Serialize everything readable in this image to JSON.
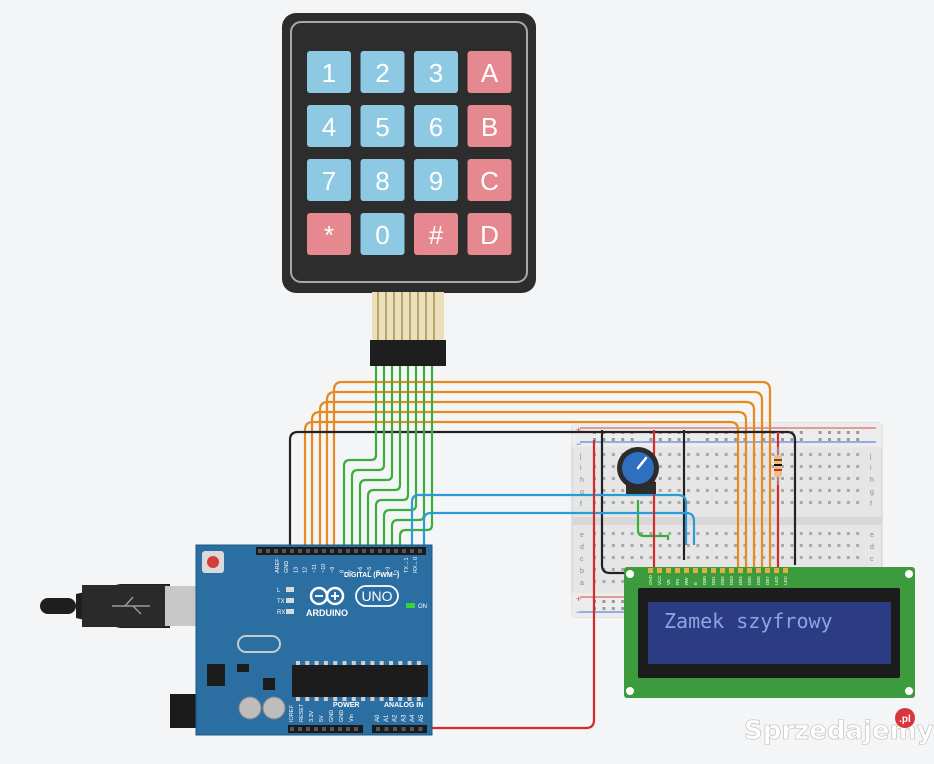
{
  "keypad": {
    "keys": [
      {
        "label": "1",
        "color": "#8ec9e4"
      },
      {
        "label": "2",
        "color": "#8ec9e4"
      },
      {
        "label": "3",
        "color": "#8ec9e4"
      },
      {
        "label": "A",
        "color": "#e6888f"
      },
      {
        "label": "4",
        "color": "#8ec9e4"
      },
      {
        "label": "5",
        "color": "#8ec9e4"
      },
      {
        "label": "6",
        "color": "#8ec9e4"
      },
      {
        "label": "B",
        "color": "#e6888f"
      },
      {
        "label": "7",
        "color": "#8ec9e4"
      },
      {
        "label": "8",
        "color": "#8ec9e4"
      },
      {
        "label": "9",
        "color": "#8ec9e4"
      },
      {
        "label": "C",
        "color": "#e6888f"
      },
      {
        "label": "*",
        "color": "#e6888f"
      },
      {
        "label": "0",
        "color": "#8ec9e4"
      },
      {
        "label": "#",
        "color": "#e6888f"
      },
      {
        "label": "D",
        "color": "#e6888f"
      }
    ]
  },
  "arduino": {
    "brand": "ARDUINO",
    "model": "UNO",
    "digital_label": "DIGITAL (PWM~)",
    "power_label": "POWER",
    "analog_label": "ANALOG IN",
    "on_label": "ON",
    "led_labels": [
      "L",
      "TX",
      "RX"
    ],
    "header_top": [
      "AREF",
      "GND",
      "13",
      "12",
      "~11",
      "~10",
      "~9",
      "8",
      "7",
      "~6",
      "~5",
      "4",
      "~3",
      "2",
      "TX→1",
      "RX←0"
    ],
    "header_power": [
      "IOREF",
      "RESET",
      "3.3V",
      "5V",
      "GND",
      "GND",
      "Vin"
    ],
    "header_analog": [
      "A0",
      "A1",
      "A2",
      "A3",
      "A4",
      "A5"
    ],
    "board_color": "#2a6ea2"
  },
  "lcd": {
    "text": "Zamek szyfrowy",
    "pin_labels": [
      "GND",
      "VCC",
      "V0",
      "RS",
      "RW",
      "E",
      "DB0",
      "DB1",
      "DB2",
      "DB3",
      "DB4",
      "DB5",
      "DB6",
      "DB7",
      "LED",
      "LED"
    ]
  },
  "breadboard": {
    "row_letters_top": [
      "j",
      "i",
      "h",
      "g",
      "f"
    ],
    "row_letters_bottom": [
      "e",
      "d",
      "c",
      "b",
      "a"
    ]
  },
  "watermark": {
    "text": "Sprzedajemy",
    "suffix": ".pl"
  },
  "colors": {
    "orange_wire": "#e58a1f",
    "green_wire": "#3aad3a",
    "blue_wire": "#2a9bd6",
    "black_wire": "#222222",
    "red_wire": "#d42a2a"
  }
}
